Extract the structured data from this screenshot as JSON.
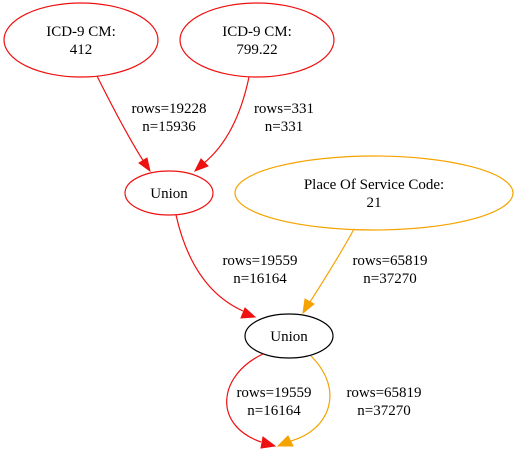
{
  "colors": {
    "red": "#ee1111",
    "orange": "#f5a300",
    "black": "#000000",
    "background": "#ffffff"
  },
  "nodes": {
    "icd_412": {
      "line1": "ICD-9 CM:",
      "line2": "412"
    },
    "icd_799": {
      "line1": "ICD-9 CM:",
      "line2": "799.22"
    },
    "union_top": {
      "label": "Union"
    },
    "place_of_service": {
      "line1": "Place Of Service Code:",
      "line2": "21"
    },
    "union_bottom": {
      "label": "Union"
    }
  },
  "edges": {
    "icd412_to_union_top": {
      "rows": "rows=19228",
      "n": "n=15936"
    },
    "icd799_to_union_top": {
      "rows": "rows=331",
      "n": "n=331"
    },
    "union_top_to_union_bottom": {
      "rows": "rows=19559",
      "n": "n=16164"
    },
    "pos_to_union_bottom": {
      "rows": "rows=65819",
      "n": "n=37270"
    },
    "union_bottom_out_red": {
      "rows": "rows=19559",
      "n": "n=16164"
    },
    "union_bottom_out_orange": {
      "rows": "rows=65819",
      "n": "n=37270"
    }
  }
}
